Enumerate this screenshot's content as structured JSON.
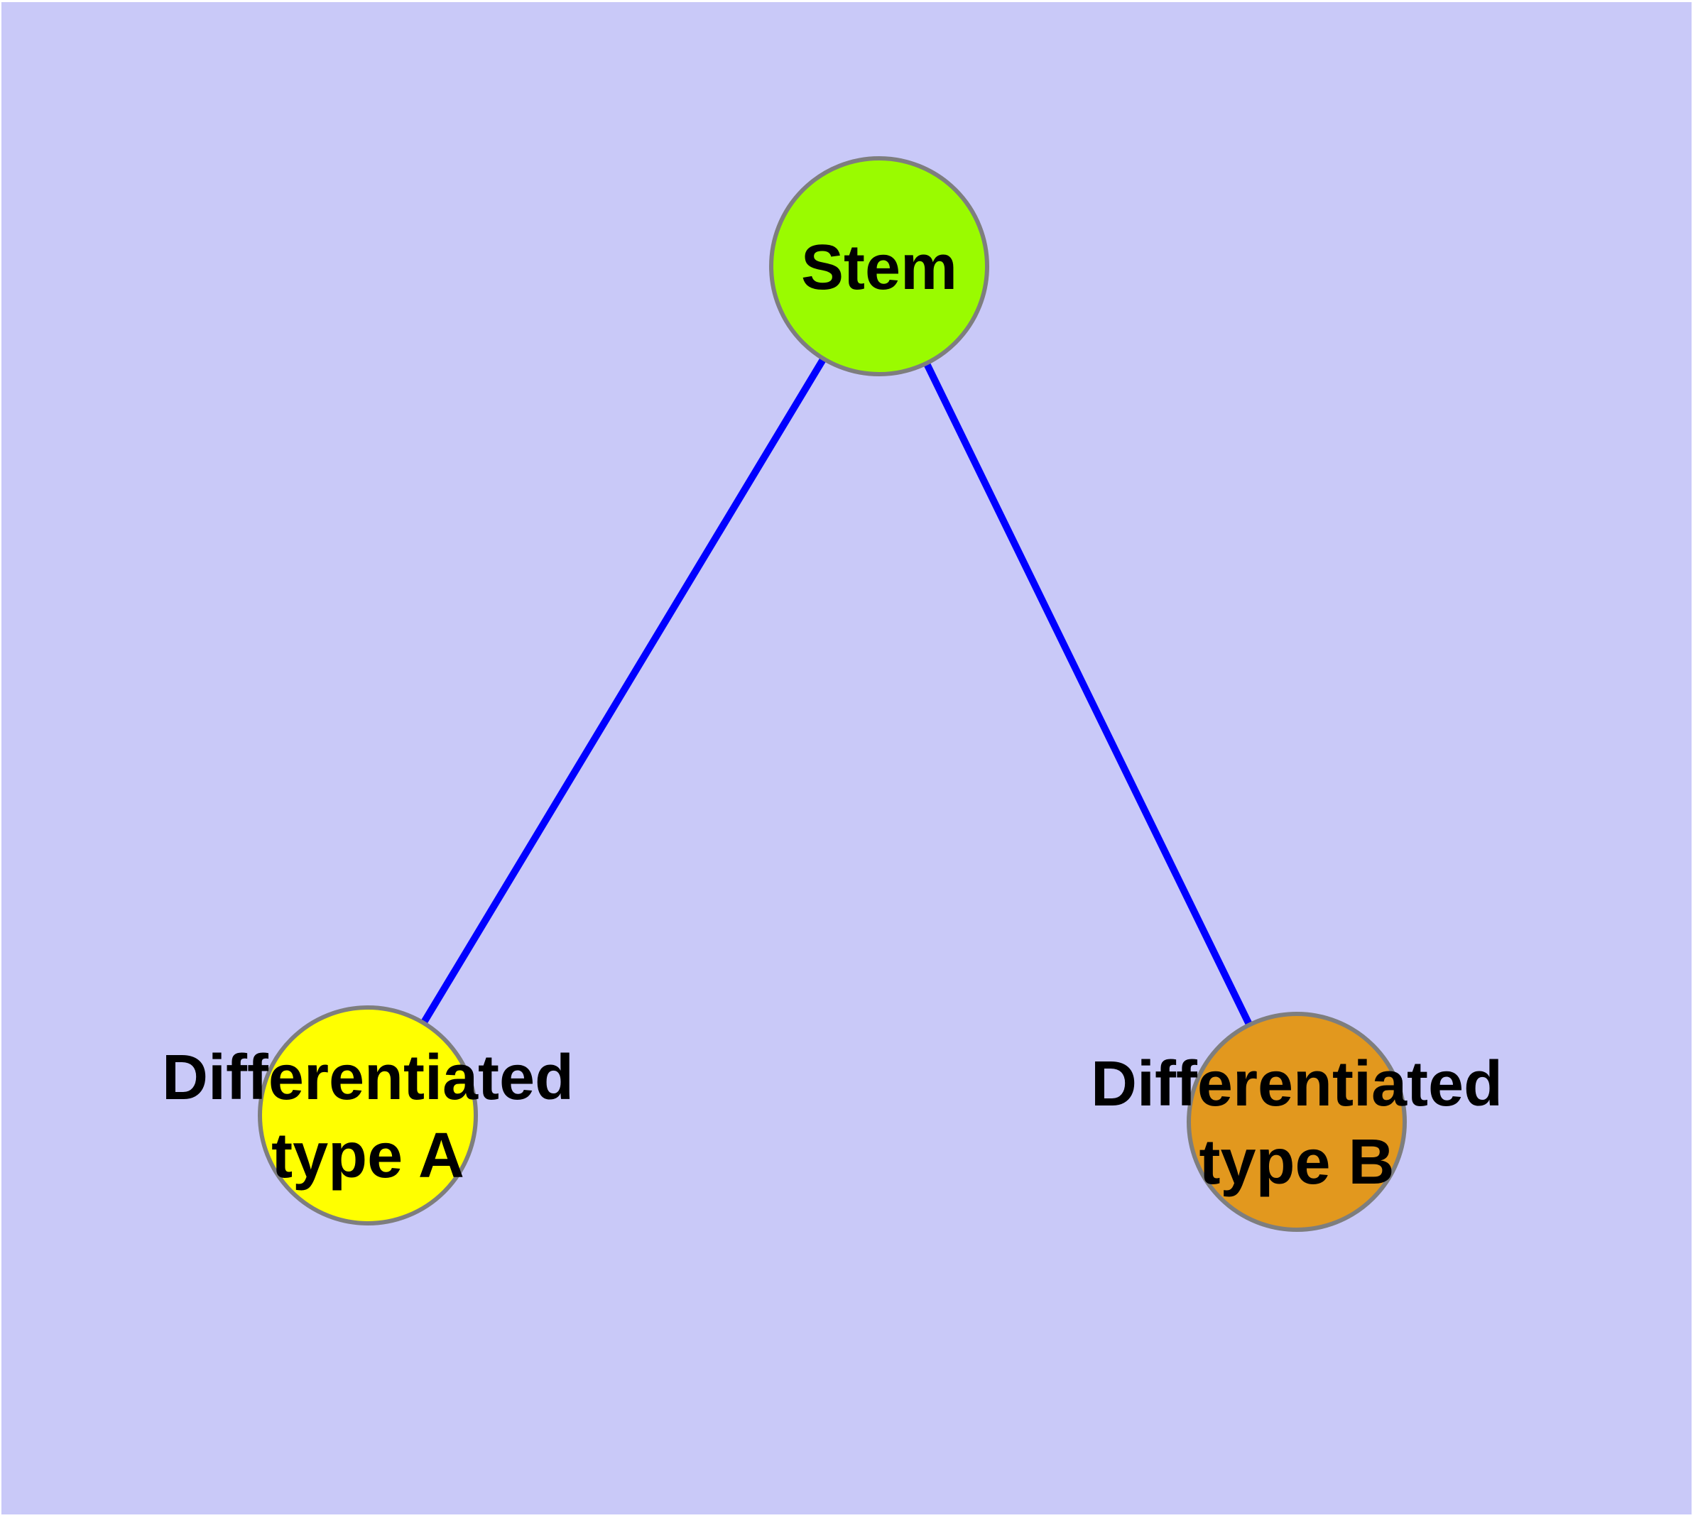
{
  "diagram": {
    "type": "graph",
    "description": "Cell differentiation tree: a stem node branching into two differentiated cell types",
    "colors": {
      "background": "#C9C9F8",
      "page_margin": "#FFFFFF",
      "edge": "#0000FF",
      "node_border": "#7E7E7E",
      "label_text": "#000000"
    },
    "nodes": {
      "stem": {
        "label": "Stem",
        "fill": "#9AFB00"
      },
      "type_a": {
        "label": "Differentiated type A",
        "label_line1": "Differentiated",
        "label_line2": "type A",
        "fill": "#FFFF00"
      },
      "type_b": {
        "label": "Differentiated type B",
        "label_line1": "Differentiated",
        "label_line2": "type B",
        "fill": "#E2981E"
      }
    },
    "edges": [
      {
        "from": "Stem",
        "to": "Differentiated type A"
      },
      {
        "from": "Stem",
        "to": "Differentiated type B"
      }
    ]
  }
}
